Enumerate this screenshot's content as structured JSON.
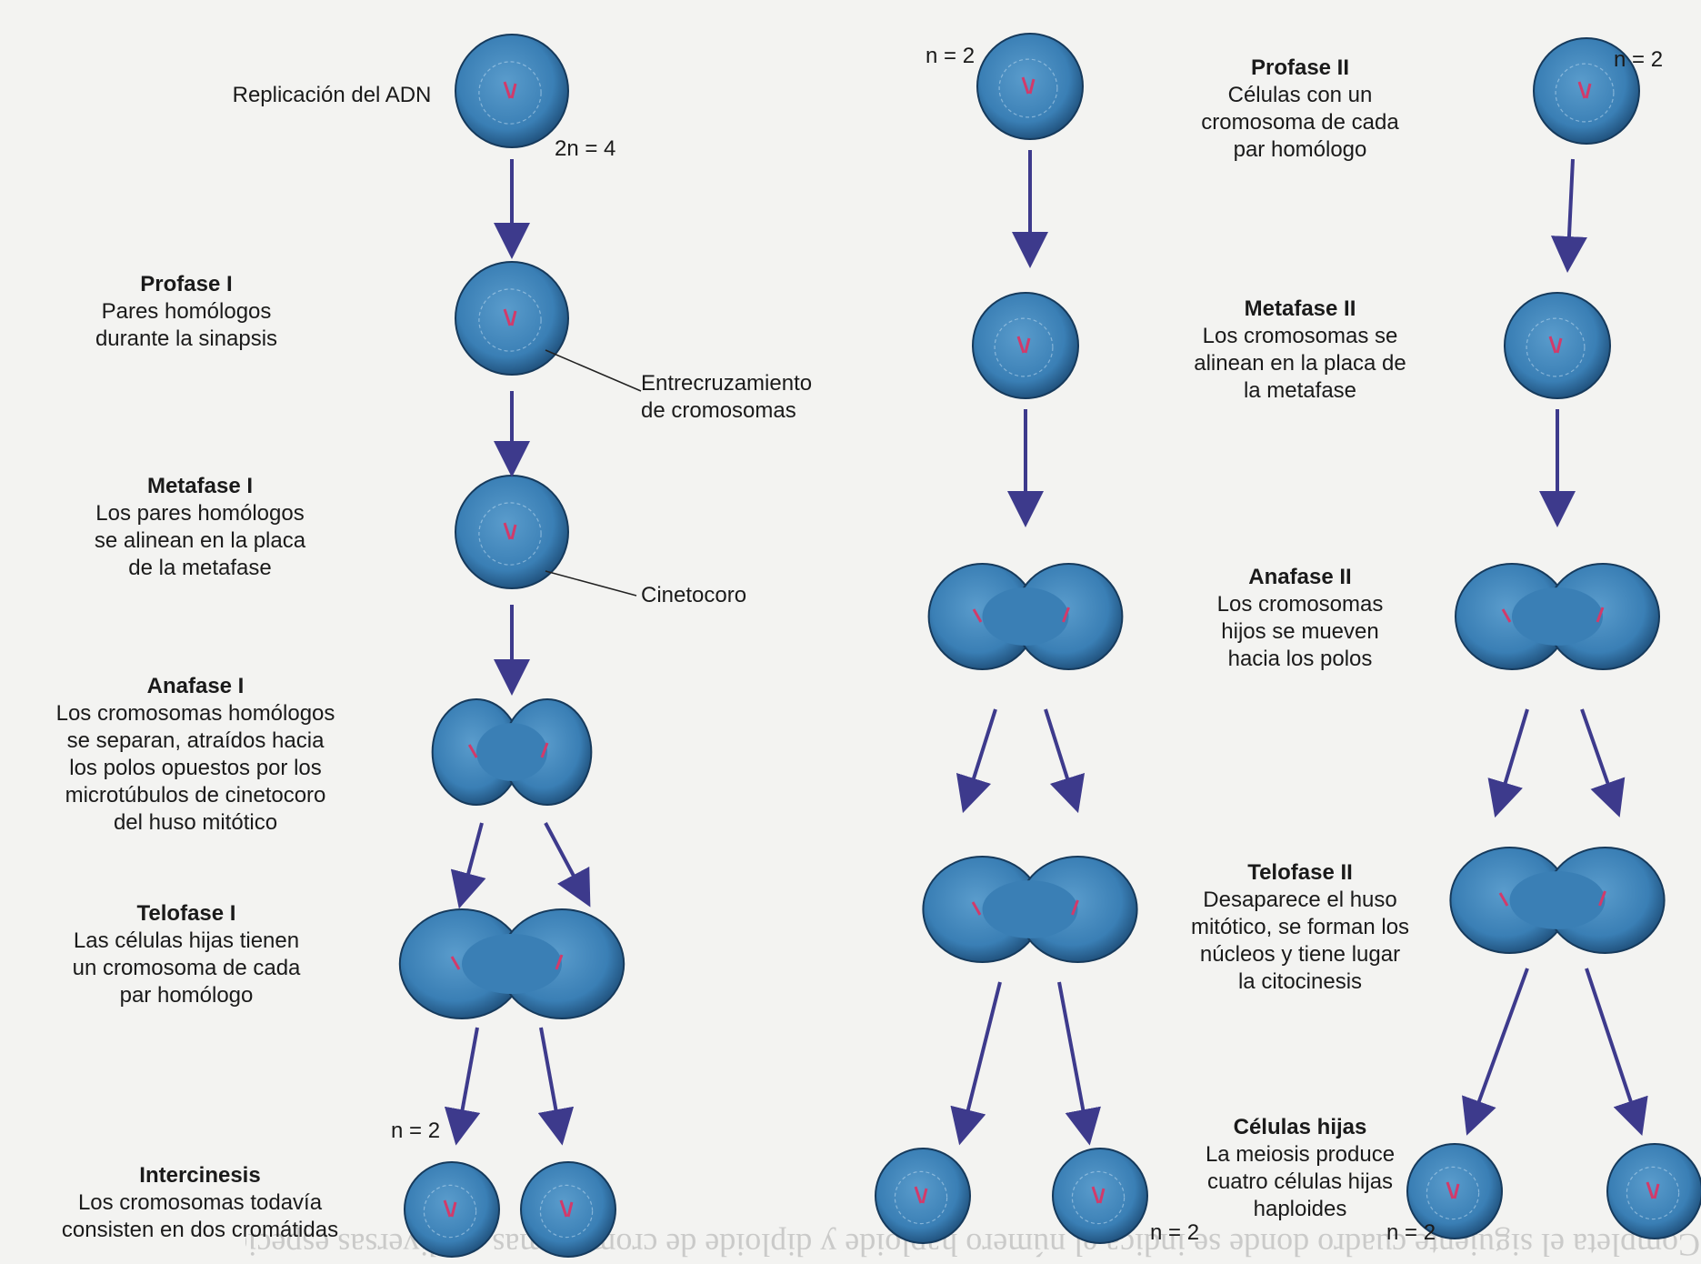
{
  "stages": {
    "replication": {
      "body": [
        "Replicación del ADN"
      ]
    },
    "prophase1": {
      "title": "Profase I",
      "body": [
        "Pares homólogos",
        "durante la sinapsis"
      ]
    },
    "crossing": {
      "body": [
        "Entrecruzamiento",
        "de cromosomas"
      ]
    },
    "metaphase1": {
      "title": "Metafase I",
      "body": [
        "Los pares homólogos",
        "se alinean en la placa",
        "de la metafase"
      ]
    },
    "kinetochore": {
      "body": [
        "Cinetocoro"
      ]
    },
    "anaphase1": {
      "title": "Anafase I",
      "body": [
        "Los cromosomas homólogos",
        "se separan, atraídos hacia",
        "los polos opuestos por los",
        "microtúbulos de cinetocoro",
        "del huso mitótico"
      ]
    },
    "telophase1": {
      "title": "Telofase I",
      "body": [
        "Las células hijas tienen",
        "un cromosoma de cada",
        "par homólogo"
      ]
    },
    "interkinesis": {
      "title": "Intercinesis",
      "body": [
        "Los cromosomas todavía",
        "consisten en dos cromátidas"
      ]
    },
    "prophase2": {
      "title": "Profase II",
      "body": [
        "Células con un",
        "cromosoma de cada",
        "par homólogo"
      ]
    },
    "metaphase2": {
      "title": "Metafase II",
      "body": [
        "Los cromosomas se",
        "alinean en la placa de",
        "la metafase"
      ]
    },
    "anaphase2": {
      "title": "Anafase II",
      "body": [
        "Los cromosomas",
        "hijos se mueven",
        "hacia los polos"
      ]
    },
    "telophase2": {
      "title": "Telofase II",
      "body": [
        "Desaparece el huso",
        "mitótico, se forman los",
        "núcleos y tiene lugar",
        "la citocinesis"
      ]
    },
    "daughters": {
      "title": "Células hijas",
      "body": [
        "La meiosis produce",
        "cuatro células hijas",
        "haploides"
      ]
    }
  },
  "counts": {
    "two_n4": "2n = 4",
    "n2_left": "n = 2",
    "n2_top_mid": "n = 2",
    "n2_top_right": "n = 2",
    "n2_bottom_mid": "n = 2",
    "n2_bottom_right": "n = 2"
  },
  "colors": {
    "cell": "#3a7fb5",
    "cell_dark": "#1f4f7a",
    "chromosome": "#d23a6a",
    "arrow": "#3d3a8c"
  },
  "background_text": "Completa el siguiente cuadro donde se indica el número haploide y diploide de cromosomas en diversas especies."
}
